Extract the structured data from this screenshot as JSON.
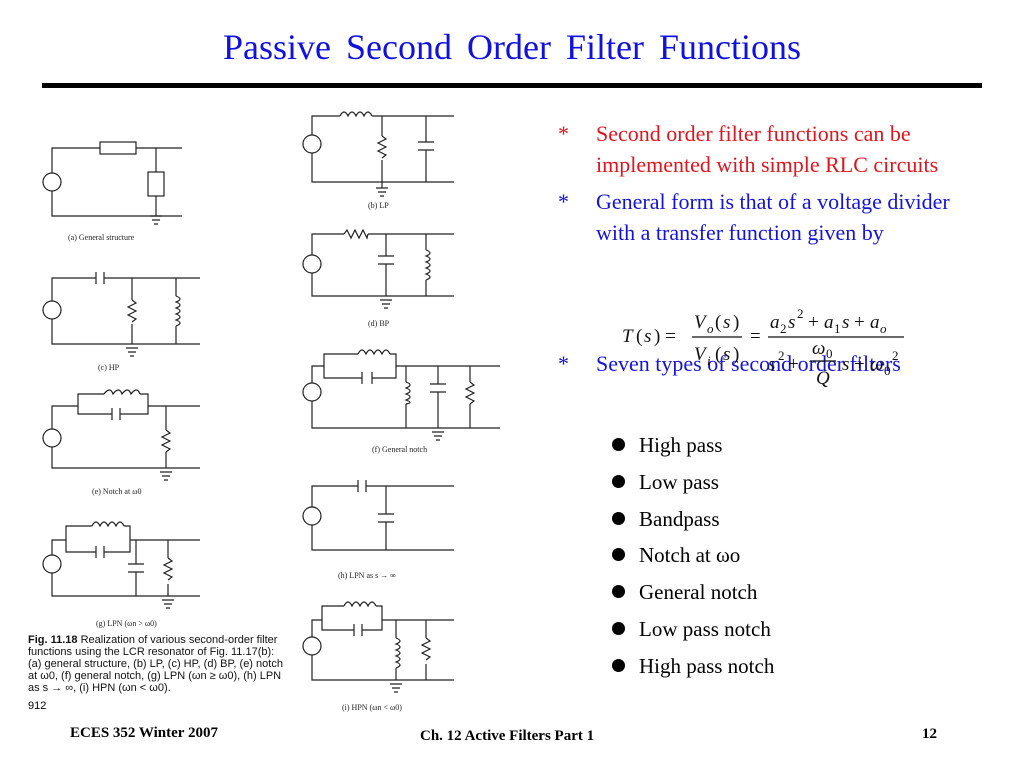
{
  "title": "Passive  Second  Order  Filter  Functions",
  "bullets": [
    {
      "star": "*",
      "text": "Second  order  filter  functions  can  be  implemented  with  simple  RLC  circuits"
    },
    {
      "star": "*",
      "text": "General  form  is  that  of  a  voltage  divider  with  a  transfer  function  given  by"
    },
    {
      "star": "*",
      "text": "Seven  types  of  second  order  filters"
    }
  ],
  "filter_types": [
    "High  pass",
    "Low  pass",
    "Bandpass",
    "Notch  at  ωo",
    "General  notch",
    "Low  pass  notch",
    "High  pass  notch"
  ],
  "equation": {
    "lhs": "T(s)",
    "ratio_num": "Vo(s)",
    "ratio_den": "Vi(s)",
    "num": "a2s2 + a1s + ao",
    "den": "s2 + (ω0/Q)s + ω0 2"
  },
  "figure": {
    "labels": {
      "a": "(a) General structure",
      "b": "(b) LP",
      "c": "(c) HP",
      "d": "(d) BP",
      "e": "(e) Notch at ω0",
      "f": "(f) General notch",
      "g": "(g) LPN (ωn > ω0)",
      "h": "(h) LPN as s → ∞",
      "i": "(i) HPN (ωn < ω0)"
    },
    "caption_title": "Fig. 11.18",
    "caption_text": "Realization of various second-order filter functions using the LCR resonator of Fig. 11.17(b): (a) general structure, (b) LP, (c) HP, (d) BP, (e) notch at ω0, (f) general notch, (g) LPN (ωn ≥ ω0), (h) LPN as s → ∞, (i) HPN (ωn < ω0).",
    "page_number": "912"
  },
  "footer": {
    "left": "ECES 352  Winter 2007",
    "center": "Ch. 12  Active Filters  Part 1",
    "right": "12"
  }
}
